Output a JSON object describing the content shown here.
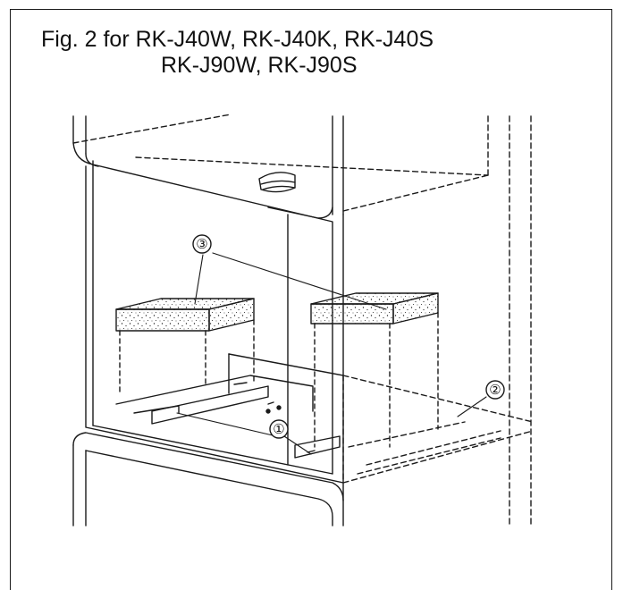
{
  "title": {
    "line1": "Fig. 2  for RK-J40W, RK-J40K, RK-J40S",
    "line2": "RK-J90W, RK-J90S"
  },
  "callouts": [
    {
      "label": "①"
    },
    {
      "label": "②"
    },
    {
      "label": "③"
    }
  ]
}
